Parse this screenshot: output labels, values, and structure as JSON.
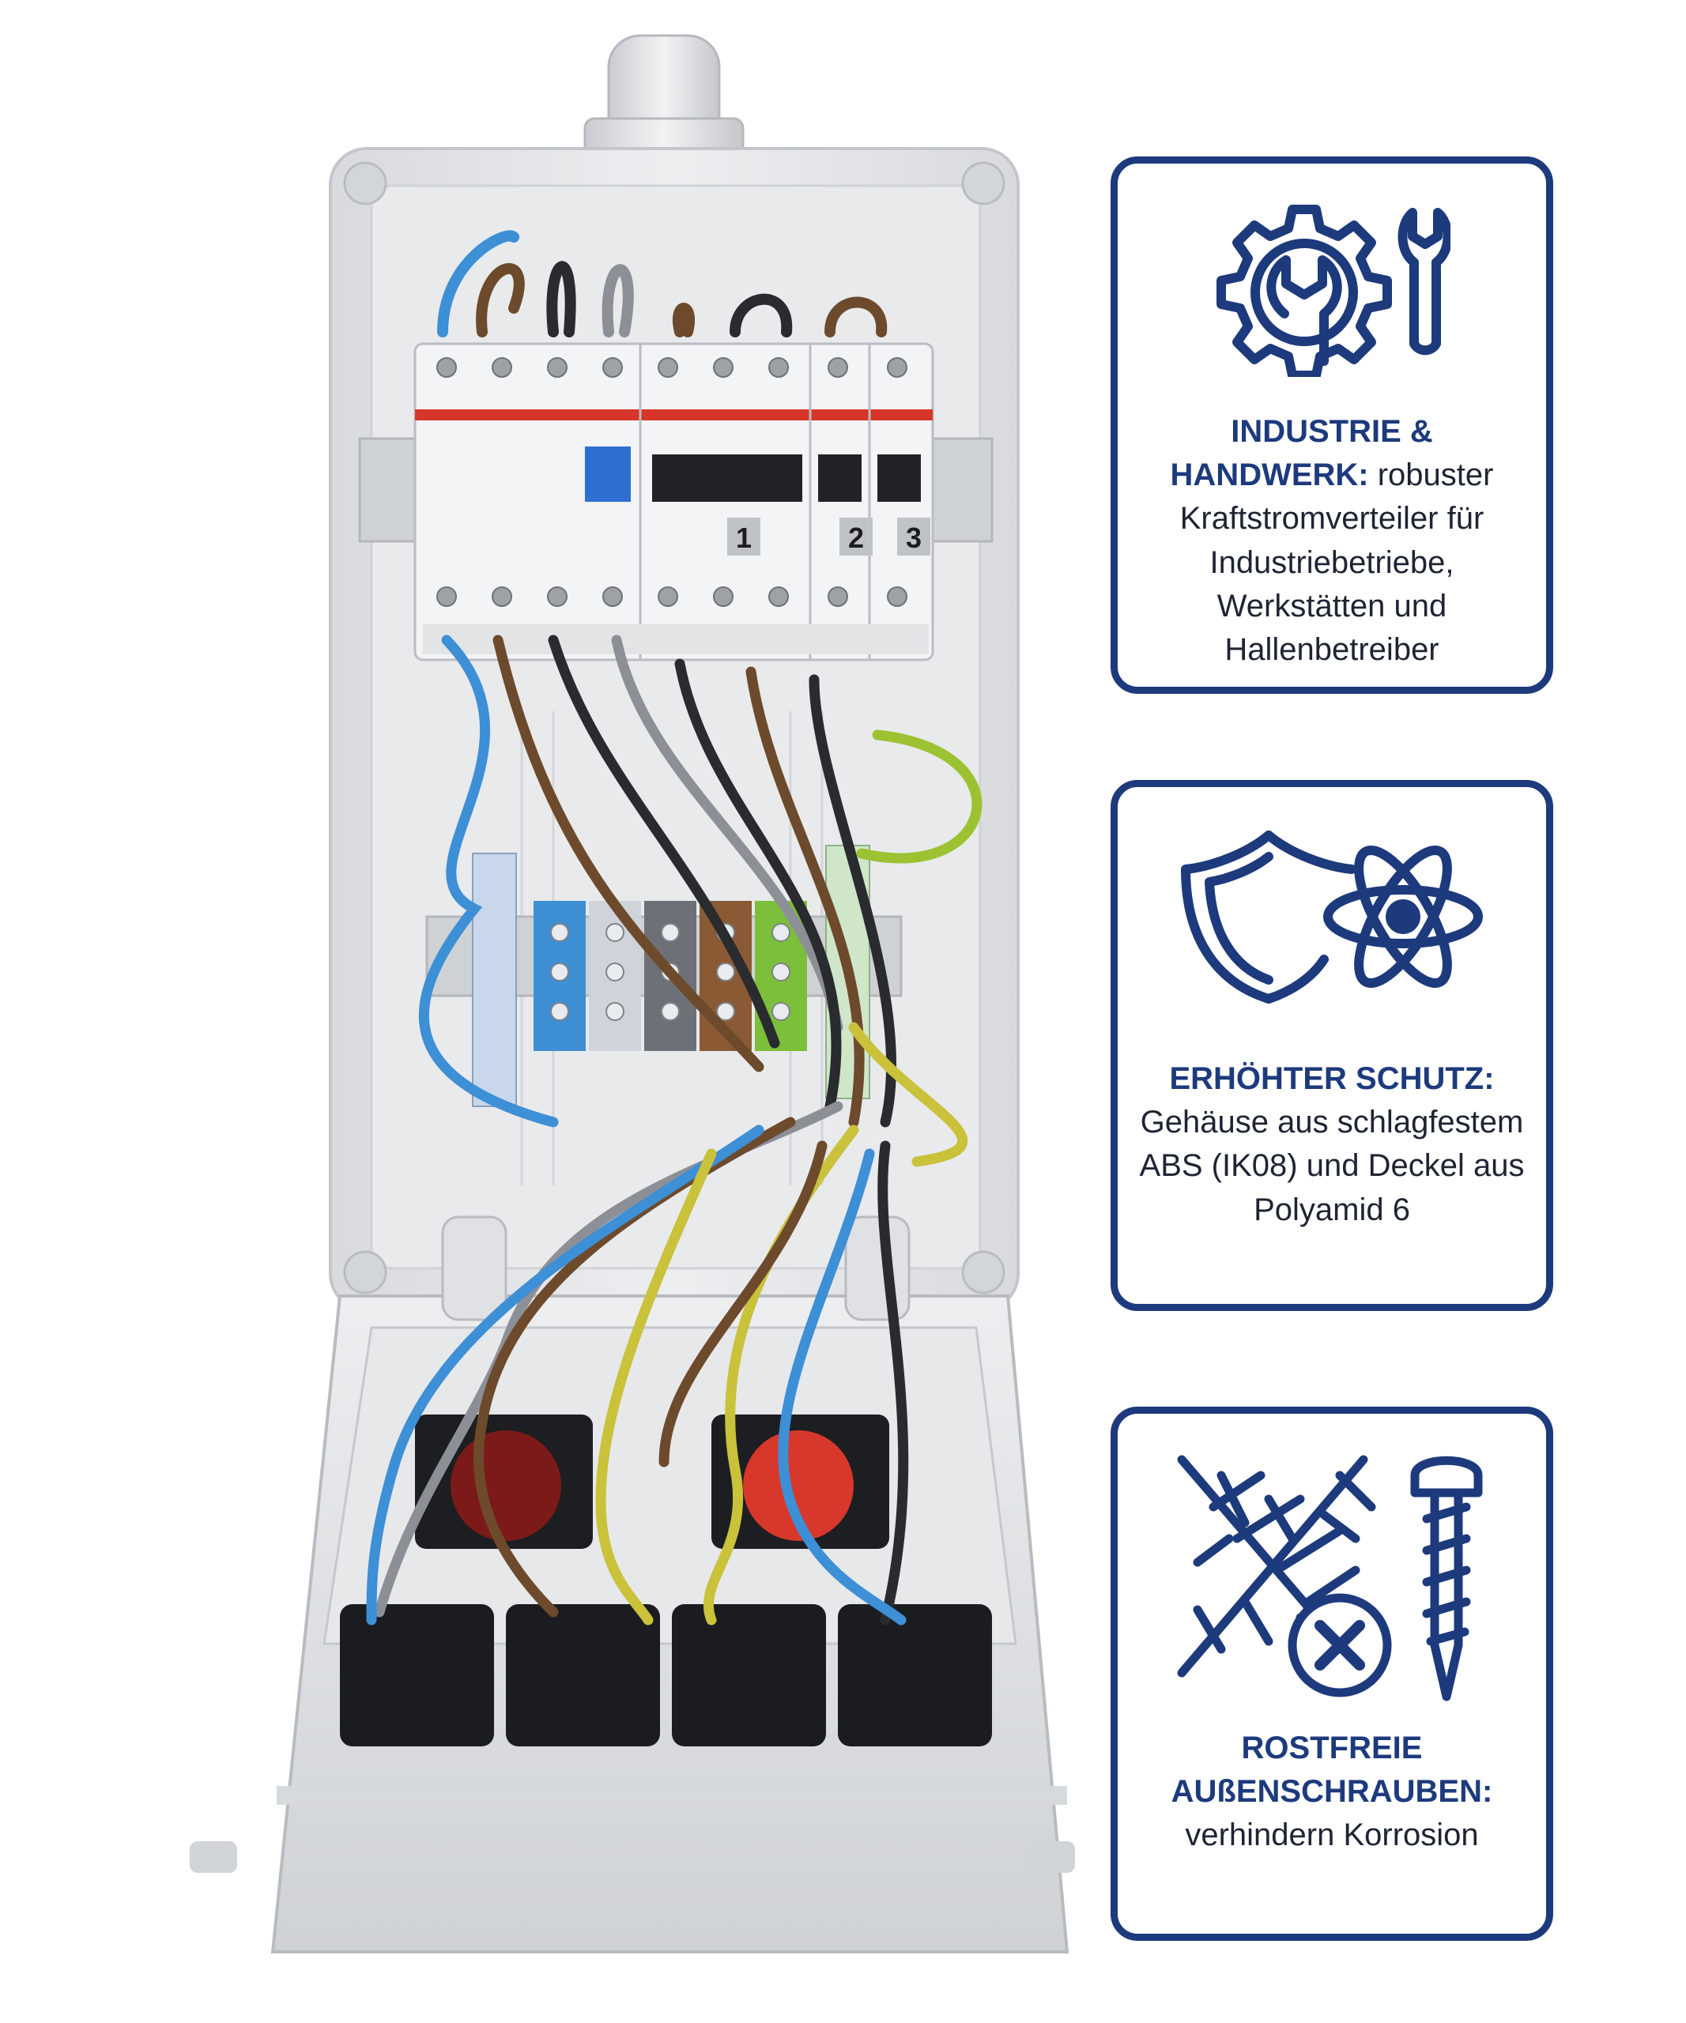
{
  "photo": {
    "icon": "distribution-box-photo",
    "breaker_numbers": [
      "1",
      "2",
      "3"
    ]
  },
  "cards": [
    {
      "icon": "gear-wrench-icon",
      "highlight": "INDUSTRIE & HANDWERK:",
      "text": " robuster Kraftstromverteiler für Industriebetriebe, Werkstätten und Hallenbetreiber"
    },
    {
      "icon": "shield-atom-icon",
      "highlight": "ERHÖHTER SCHUTZ:",
      "text": " Gehäuse aus schlagfestem ABS (IK08) und Deckel aus Polyamid 6"
    },
    {
      "icon": "no-rust-screw-icon",
      "highlight": "ROSTFREIE AUßENSCHRAUBEN:",
      "text": " verhindern Korrosion"
    }
  ],
  "colors": {
    "brand_blue": "#1d3a7d",
    "housing_grey": "#e3e5e7"
  }
}
